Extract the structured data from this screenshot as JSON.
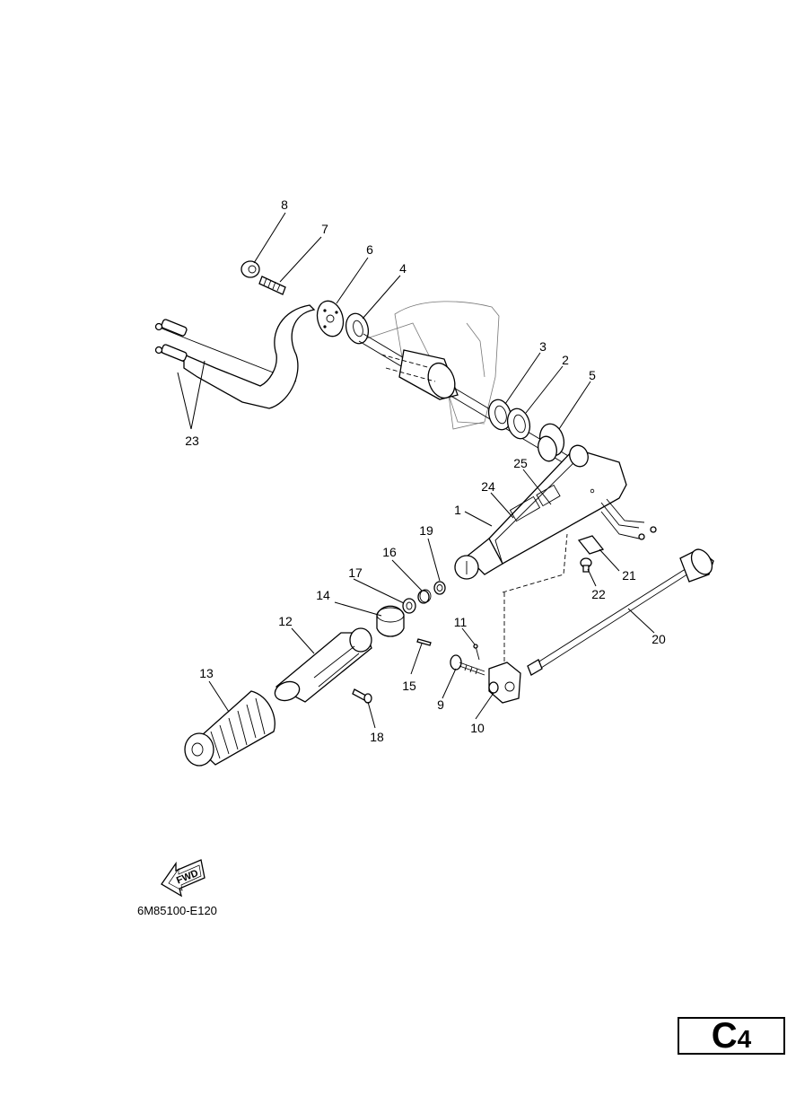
{
  "diagram": {
    "callouts": [
      {
        "id": "8",
        "text": "8"
      },
      {
        "id": "7",
        "text": "7"
      },
      {
        "id": "6",
        "text": "6"
      },
      {
        "id": "4",
        "text": "4"
      },
      {
        "id": "3",
        "text": "3"
      },
      {
        "id": "2",
        "text": "2"
      },
      {
        "id": "5",
        "text": "5"
      },
      {
        "id": "25",
        "text": "25"
      },
      {
        "id": "24",
        "text": "24"
      },
      {
        "id": "1",
        "text": "1"
      },
      {
        "id": "19",
        "text": "19"
      },
      {
        "id": "16",
        "text": "16"
      },
      {
        "id": "17",
        "text": "17"
      },
      {
        "id": "14",
        "text": "14"
      },
      {
        "id": "12",
        "text": "12"
      },
      {
        "id": "13",
        "text": "13"
      },
      {
        "id": "15",
        "text": "15"
      },
      {
        "id": "18",
        "text": "18"
      },
      {
        "id": "11",
        "text": "11"
      },
      {
        "id": "9",
        "text": "9"
      },
      {
        "id": "10",
        "text": "10"
      },
      {
        "id": "20",
        "text": "20"
      },
      {
        "id": "21",
        "text": "21"
      },
      {
        "id": "22",
        "text": "22"
      },
      {
        "id": "23",
        "text": "23"
      }
    ],
    "fwd_label": "FWD",
    "drawing_code": "6M85100-E120"
  },
  "page_tag": {
    "letter": "C",
    "number": "4"
  }
}
